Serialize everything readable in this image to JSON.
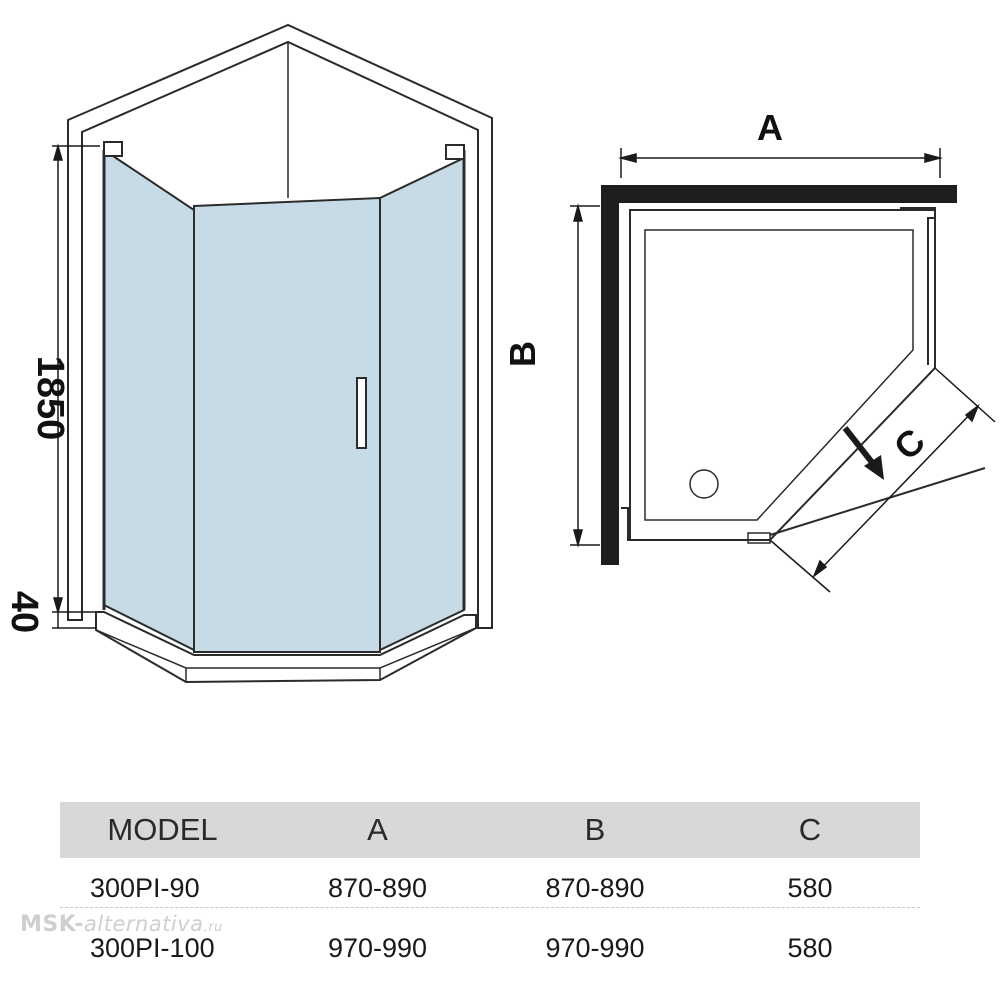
{
  "dimensions": {
    "height_label": "1850",
    "base_label": "40",
    "width_label": "A",
    "depth_label": "B",
    "diagonal_label": "C"
  },
  "table": {
    "headers": [
      "MODEL",
      "A",
      "B",
      "C"
    ],
    "rows": [
      [
        "300PI-90",
        "870-890",
        "870-890",
        "580"
      ],
      [
        "300PI-100",
        "970-990",
        "970-990",
        "580"
      ]
    ]
  },
  "watermark": {
    "prefix": "MSK-",
    "mark": "a",
    "name": "lternativa",
    "suffix": ".ru"
  },
  "colors": {
    "glass": "#c7dbe6",
    "frame": "#2b2b2b",
    "wall": "#1e1e1e",
    "table_header": "#d8d8d8"
  }
}
